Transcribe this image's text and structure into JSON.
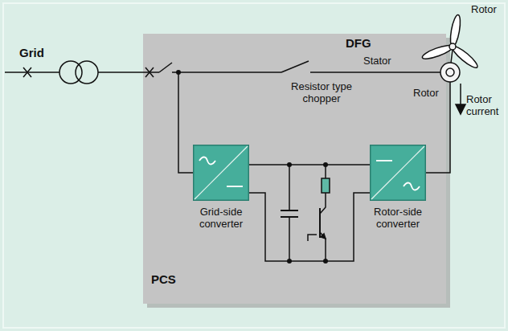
{
  "diagram": {
    "nodes": [
      {
        "text": [
          "PCS"
        ]
      },
      {
        "text": [
          "Grid-side converter"
        ],
        "in": 0
      },
      {
        "text": [
          "Rotor-side converter"
        ],
        "in": 0
      }
    ],
    "edges": [
      {
        "from": 1,
        "to": 2,
        "arrow": "none"
      },
      {
        "from": 1,
        "to": 2,
        "arrow": "none"
      }
    ],
    "labels": [
      "Grid",
      "DFG",
      "Rotor",
      "Stator",
      "Rotor",
      "Rotor current",
      "Resistor type chopper"
    ]
  }
}
